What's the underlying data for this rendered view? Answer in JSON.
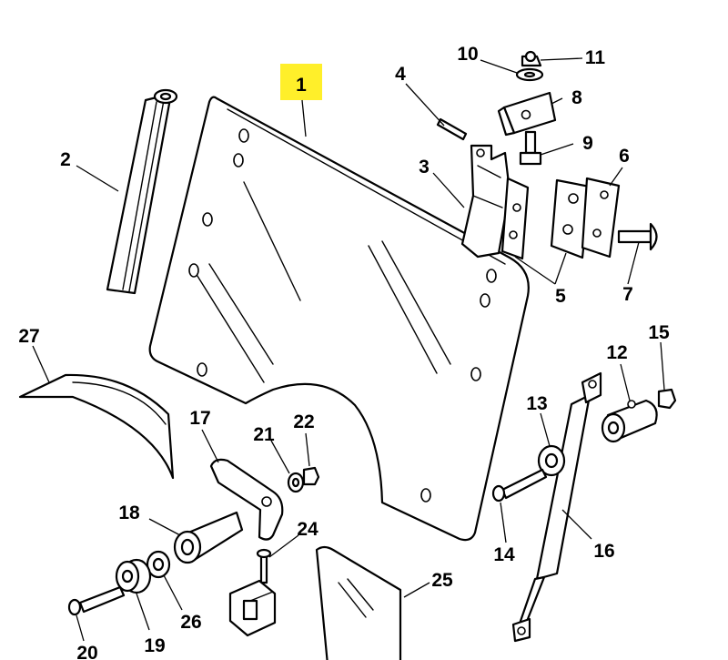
{
  "highlight_color": "#ffef2a",
  "highlighted_part": "1",
  "callouts": {
    "c1": "1",
    "c2": "2",
    "c3": "3",
    "c4": "4",
    "c5": "5",
    "c6": "6",
    "c7": "7",
    "c8": "8",
    "c9": "9",
    "c10": "10",
    "c11": "11",
    "c12": "12",
    "c13": "13",
    "c14": "14",
    "c15": "15",
    "c16": "16",
    "c17": "17",
    "c18": "18",
    "c19": "19",
    "c20": "20",
    "c21": "21",
    "c22": "22",
    "c24": "24",
    "c25": "25",
    "c26": "26",
    "c27": "27"
  }
}
